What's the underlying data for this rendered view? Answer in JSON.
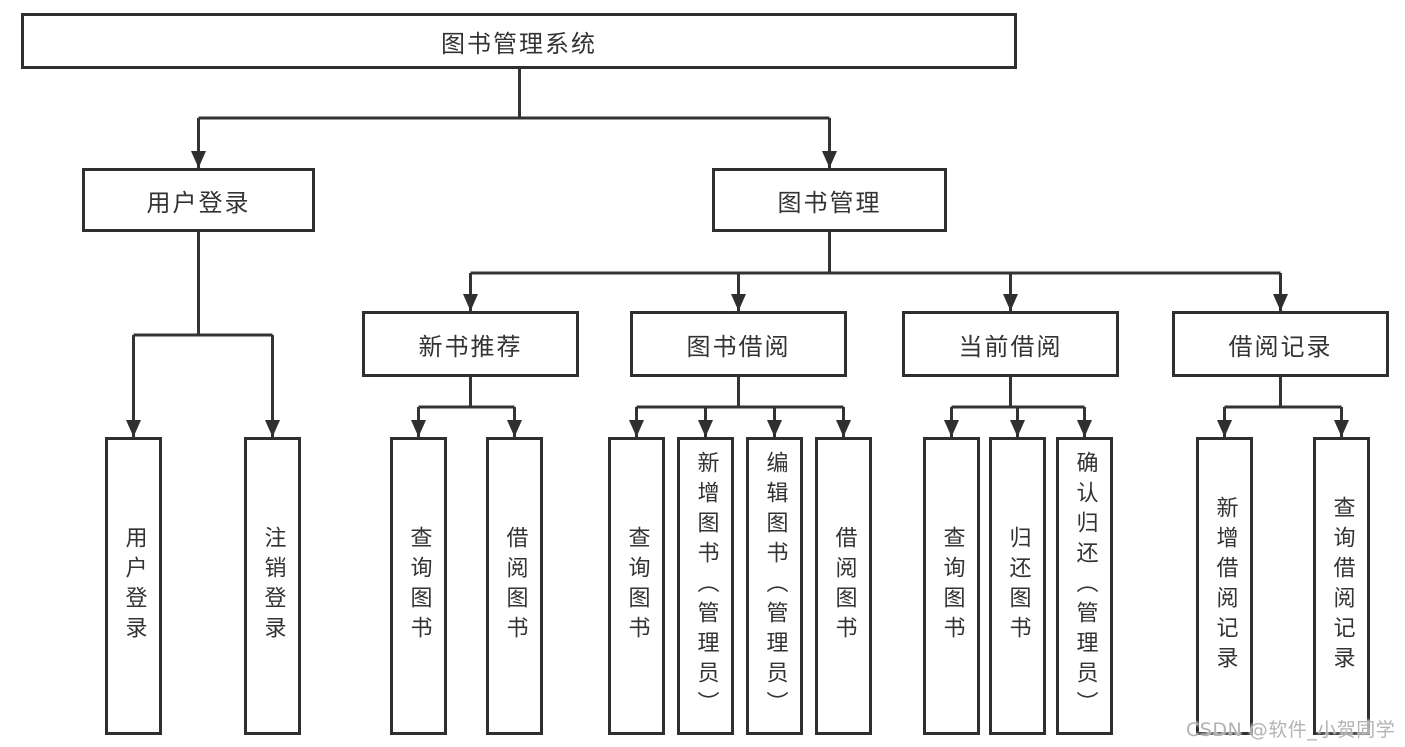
{
  "nodes": {
    "root": {
      "label": "图书管理系统"
    },
    "level2": [
      {
        "label": "用户登录"
      },
      {
        "label": "图书管理"
      }
    ],
    "level3": [
      {
        "label": "新书推荐"
      },
      {
        "label": "图书借阅"
      },
      {
        "label": "当前借阅"
      },
      {
        "label": "借阅记录"
      }
    ],
    "level4": [
      {
        "label": "用户登录"
      },
      {
        "label": "注销登录"
      },
      {
        "label": "查询图书"
      },
      {
        "label": "借阅图书"
      },
      {
        "label": "查询图书"
      },
      {
        "label": "新增图书（管理员）"
      },
      {
        "label": "编辑图书（管理员）"
      },
      {
        "label": "借阅图书"
      },
      {
        "label": "查询图书"
      },
      {
        "label": "归还图书"
      },
      {
        "label": "确认归还（管理员）"
      },
      {
        "label": "新增借阅记录"
      },
      {
        "label": "查询借阅记录"
      }
    ]
  },
  "hierarchy": {
    "图书管理系统": [
      "用户登录",
      "图书管理"
    ],
    "用户登录": [
      "用户登录",
      "注销登录"
    ],
    "图书管理": [
      "新书推荐",
      "图书借阅",
      "当前借阅",
      "借阅记录"
    ],
    "新书推荐": [
      "查询图书",
      "借阅图书"
    ],
    "图书借阅": [
      "查询图书",
      "新增图书（管理员）",
      "编辑图书（管理员）",
      "借阅图书"
    ],
    "当前借阅": [
      "查询图书",
      "归还图书",
      "确认归还（管理员）"
    ],
    "借阅记录": [
      "新增借阅记录",
      "查询借阅记录"
    ]
  },
  "watermark": {
    "text": "CSDN @软件_小贺同学"
  },
  "colors": {
    "line": "#333333",
    "border": "#2f2f2f",
    "text": "#333333",
    "watermark": "#b3b3b3",
    "background": "#ffffff"
  }
}
